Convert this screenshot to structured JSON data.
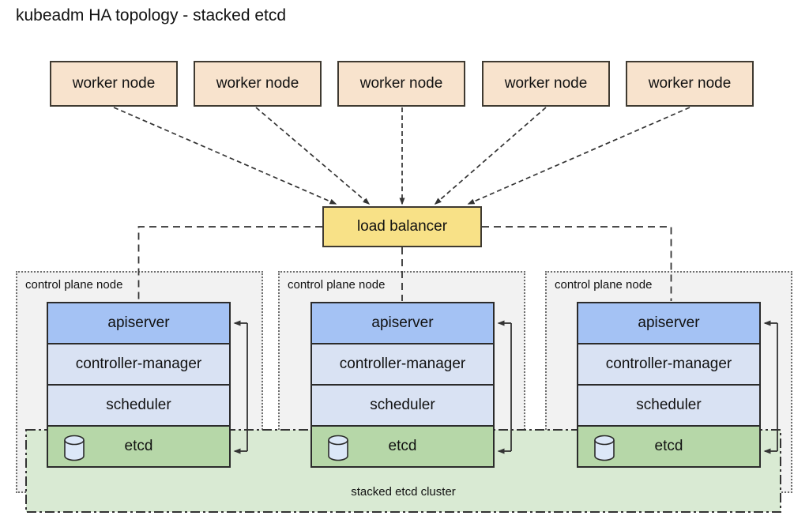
{
  "title": "kubeadm HA topology - stacked etcd",
  "workers": [
    {
      "label": "worker node"
    },
    {
      "label": "worker node"
    },
    {
      "label": "worker node"
    },
    {
      "label": "worker node"
    },
    {
      "label": "worker node"
    }
  ],
  "load_balancer": {
    "label": "load balancer"
  },
  "control_plane_nodes": [
    {
      "label": "control plane node",
      "components": [
        "apiserver",
        "controller-manager",
        "scheduler",
        "etcd"
      ]
    },
    {
      "label": "control plane node",
      "components": [
        "apiserver",
        "controller-manager",
        "scheduler",
        "etcd"
      ]
    },
    {
      "label": "control plane node",
      "components": [
        "apiserver",
        "controller-manager",
        "scheduler",
        "etcd"
      ]
    }
  ],
  "etcd_cluster": {
    "label": "stacked etcd cluster"
  },
  "colors": {
    "worker-fill": "#f8e3cd",
    "worker-border": "#3f3a31",
    "lb-fill": "#f8e187",
    "lb-border": "#3f3a31",
    "node-bg": "#f2f2f2",
    "node-border": "#6e6e6e",
    "apiserver-fill": "#a4c2f4",
    "component-fill": "#d9e2f3",
    "etcd-fill": "#b6d7a8",
    "cluster-fill": "#d9ead3",
    "stack-border": "#2b2b2b",
    "line-color": "#333333",
    "cylinder-fill": "#dce8f8",
    "text-color": "#111111"
  }
}
